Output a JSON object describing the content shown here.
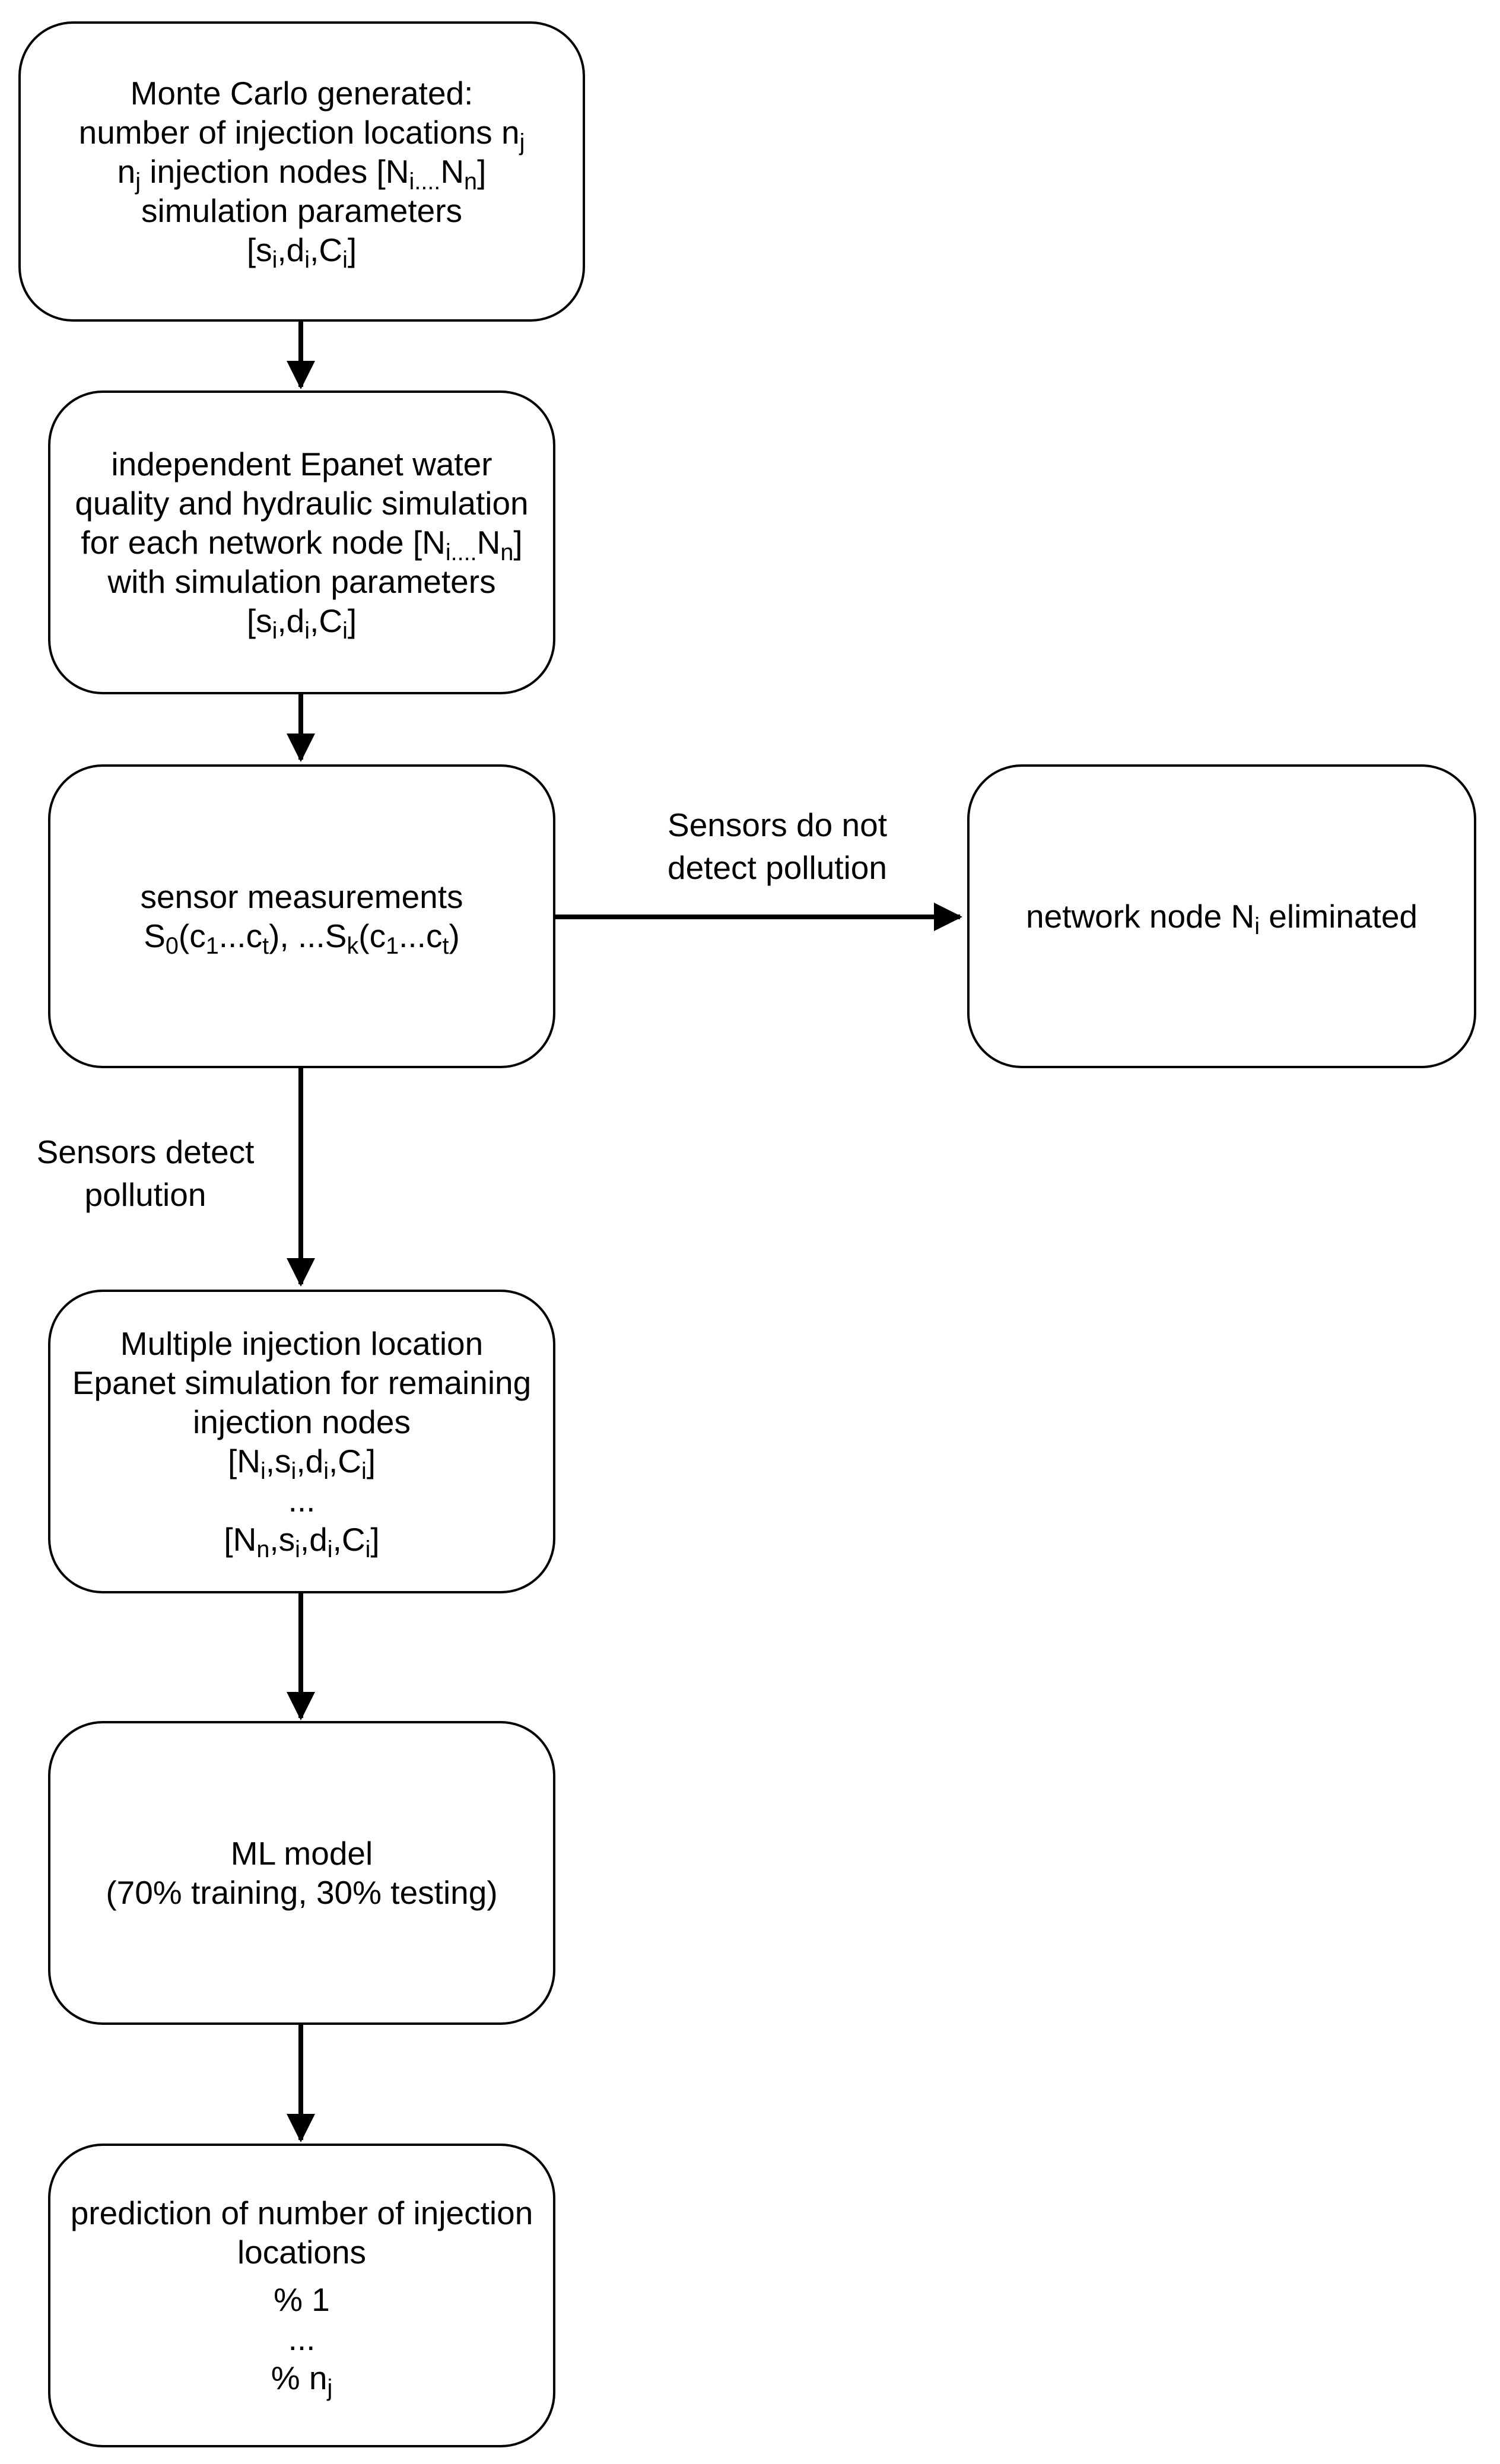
{
  "nodes": {
    "monte_carlo": {
      "line1": "Monte Carlo generated:",
      "line2": {
        "text": "number of injection locations n",
        "sub": "j"
      },
      "line3": {
        "a": "n",
        "a_sub": "j",
        "b": " injection nodes [N",
        "b_sub": "i....",
        "c": "N",
        "c_sub": "n",
        "d": "]"
      },
      "line4": "simulation parameters",
      "line5": {
        "a": "[s",
        "a_sub": "i",
        "b": ",d",
        "b_sub": "i",
        "c": ",C",
        "c_sub": "i",
        "d": "]"
      }
    },
    "epanet_independent": {
      "line1": "independent Epanet water",
      "line2": "quality and hydraulic simulation",
      "line3": {
        "a": "for each network node [N",
        "a_sub": "i....",
        "b": "N",
        "b_sub": "n",
        "c": "]"
      },
      "line4": "with simulation parameters",
      "line5": {
        "a": "[s",
        "a_sub": "i",
        "b": ",d",
        "b_sub": "i",
        "c": ",C",
        "c_sub": "i",
        "d": "]"
      }
    },
    "sensor_measurements": {
      "line1": "sensor measurements",
      "line2": {
        "a": "S",
        "a_sub": "0",
        "b": "(c",
        "b_sub": "1",
        "c": "...c",
        "c_sub": "t",
        "d": "), ...S",
        "d_sub": "k",
        "e": "(c",
        "e_sub": "1",
        "f": "...c",
        "f_sub": "t",
        "g": ")"
      }
    },
    "node_eliminated": {
      "line1": {
        "a": "network node N",
        "a_sub": "i",
        "b": " eliminated"
      }
    },
    "multiple_injection": {
      "line1": "Multiple injection location",
      "line2": "Epanet simulation for remaining",
      "line3": "injection nodes",
      "line4": {
        "a": "[N",
        "a_sub": "i",
        "b": ",s",
        "b_sub": "i",
        "c": ",d",
        "c_sub": "i",
        "d": ",C",
        "d_sub": "i",
        "e": "]"
      },
      "line5": "...",
      "line6": {
        "a": "[N",
        "a_sub": "n",
        "b": ",s",
        "b_sub": "i",
        "c": ",d",
        "c_sub": "i",
        "d": ",C",
        "d_sub": "i",
        "e": "]"
      }
    },
    "ml_model": {
      "line1": "ML model",
      "line2": "(70% training, 30% testing)"
    },
    "prediction": {
      "line1": "prediction of number of injection",
      "line2": "locations",
      "line3": "% 1",
      "line4": "...",
      "line5": {
        "a": "% n",
        "a_sub": "j"
      }
    }
  },
  "edge_labels": {
    "not_detect": {
      "line1": "Sensors do not",
      "line2": "detect pollution"
    },
    "detect": {
      "line1": "Sensors detect",
      "line2": "pollution"
    }
  },
  "colors": {
    "stroke": "#000000",
    "fill": "#ffffff",
    "text": "#000000"
  }
}
